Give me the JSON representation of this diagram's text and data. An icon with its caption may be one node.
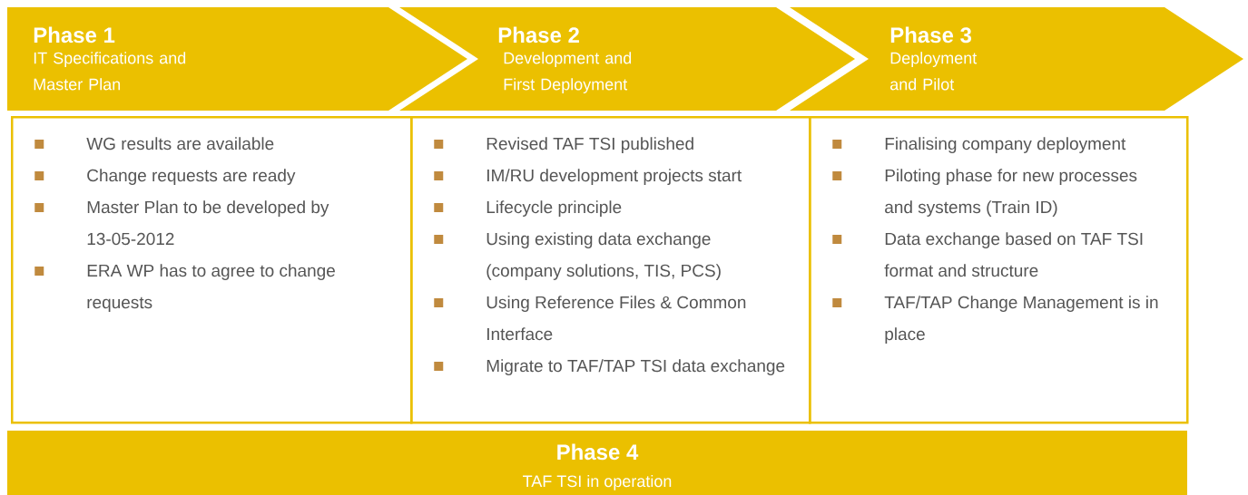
{
  "diagram": {
    "nodes": [
      {
        "text": [
          "Phase 1",
          "IT Specifications and Master Plan"
        ]
      },
      {
        "text": [
          "Phase 2",
          "Development and First Deployment"
        ]
      },
      {
        "text": [
          "Phase 3",
          "Deployment and Pilot"
        ]
      },
      {
        "text": [
          "WG results are available",
          "Change requests are ready",
          "Master Plan to be developed by 13-05-2012",
          "ERA WP has to agree to change requests"
        ]
      },
      {
        "text": [
          "Revised TAF TSI published",
          "IM/RU development projects start",
          "Lifecycle principle",
          "Using existing data exchange (company solutions, TIS, PCS)",
          "Using Reference Files & Common Interface",
          "Migrate to TAF/TAP TSI data exchange"
        ]
      },
      {
        "text": [
          "Finalising company deployment",
          "Piloting phase for new processes and systems (Train ID)",
          "Data exchange based on TAF TSI format and structure",
          "TAF/TAP Change Management is in place"
        ]
      },
      {
        "text": [
          "Phase 4",
          "TAF TSI in operation"
        ]
      }
    ]
  }
}
